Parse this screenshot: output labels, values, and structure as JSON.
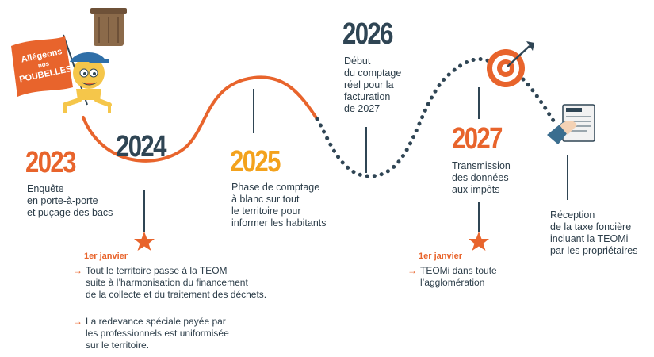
{
  "mascot": {
    "flag_line1": "Allégeons",
    "flag_line2": "nos",
    "flag_line3": "POUBELLES"
  },
  "timeline": {
    "y2023": {
      "year": "2023",
      "text": [
        "Enquête",
        "en porte-à-porte",
        "et puçage des bacs"
      ]
    },
    "y2024": {
      "year": "2024",
      "date": "1er janvier",
      "bullet1": [
        "Tout le territoire passe à la TEOM",
        "suite à l’harmonisation du financement",
        "de la collecte et du traitement des déchets."
      ],
      "bullet2": [
        "La redevance spéciale payée par",
        "les professionnels est uniformisée",
        "sur le territoire."
      ]
    },
    "y2025": {
      "year": "2025",
      "text": [
        "Phase de comptage",
        "à blanc sur tout",
        "le territoire pour",
        "informer les habitants"
      ]
    },
    "y2026": {
      "year": "2026",
      "text": [
        "Début",
        "du comptage",
        "réel pour la",
        "facturation",
        "de 2027"
      ]
    },
    "y2027": {
      "year": "2027",
      "text": [
        "Transmission",
        "des données",
        "aux impôts"
      ],
      "date": "1er janvier",
      "bullet1": [
        "TEOMi dans toute",
        "l’agglomération"
      ]
    },
    "final": {
      "text": [
        "Réception",
        "de la taxe foncière",
        "incluant la TEOMi",
        "par les propriétaires"
      ]
    }
  },
  "colors": {
    "orange": "#e8642c",
    "navy": "#2f4554",
    "amber": "#f3a21d",
    "dots": "#2f4554"
  }
}
